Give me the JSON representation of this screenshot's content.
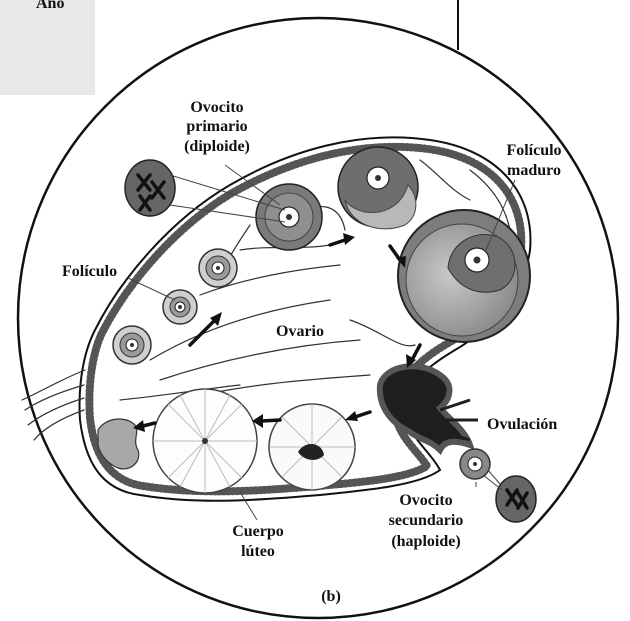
{
  "header": {
    "partial_text": "Ano"
  },
  "labels": {
    "oocyte_primary_1": "Ovocito",
    "oocyte_primary_2": "primario",
    "oocyte_primary_3": "(diploide)",
    "mature_1": "Folículo",
    "mature_2": "maduro",
    "follicle": "Folículo",
    "ovary": "Ovario",
    "ovulation": "Ovulación",
    "oocyte_secondary_1": "Ovocito",
    "oocyte_secondary_2": "secundario",
    "oocyte_secondary_3": "(haploide)",
    "corpus_1": "Cuerpo",
    "corpus_2": "lúteo",
    "panel": "(b)"
  },
  "colors": {
    "outline": "#111111",
    "follicle_dark": "#7a7a7a",
    "antrum": "#a9a9a9",
    "ovulation": "#1e1e1e",
    "chromosome_cell": "#666666"
  }
}
